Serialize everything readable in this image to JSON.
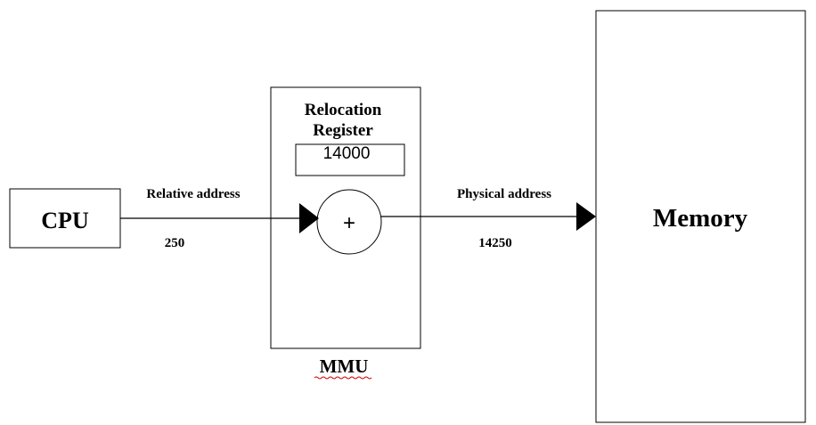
{
  "cpu": {
    "label": "CPU"
  },
  "memory": {
    "label": "Memory"
  },
  "mmu": {
    "label": "MMU",
    "register_title_line1": "Relocation",
    "register_title_line2": "Register",
    "register_value": "14000",
    "adder_symbol": "+"
  },
  "relative": {
    "label": "Relative address",
    "value": "250"
  },
  "physical": {
    "label": "Physical address",
    "value": "14250"
  }
}
